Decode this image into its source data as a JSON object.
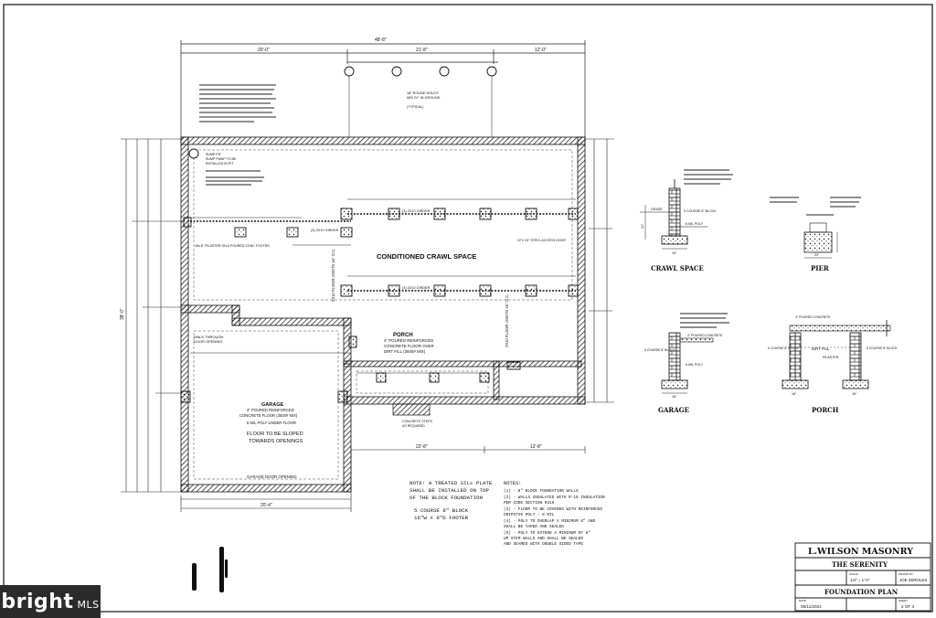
{
  "plan": {
    "room_main": "CONDITIONED CRAWL SPACE",
    "room_porch": "PORCH",
    "porch_note_1": "4\" POURED REINFORCED",
    "porch_note_2": "CONCRETE FLOOR OVER",
    "porch_note_3": "DIRT FILL (3500# MIX)",
    "room_garage": "GARAGE",
    "garage_note_1": "4\" POURED REINFORCED",
    "garage_note_2": "CONCRETE FLOOR (3500# MIX)",
    "garage_note_3": "6 MIL POLY UNDER FLOOR",
    "slope_1": "FLOOR TO BE SLOPED",
    "slope_2": "TOWARDS OPENINGS",
    "garage_door": "GARAGE DOOR OPENING",
    "walk_through_1": "WALK THROUGH",
    "walk_through_2": "DOOR OPENING",
    "joists_1": "2X10 FLOOR JOISTS 16\" O.C.",
    "joists_2": "2X10 FLOOR JOISTS 16\" O.C.",
    "sump_1": "SUMP PIT",
    "sump_2": "SUMP PUMP TO BE",
    "sump_3": "INSTALLED IN PIT",
    "girder_1": "(3) 2X10 GIRDER",
    "girder_2": "(3) 2X10 GIRDER",
    "girder_3": "(3) 2X10 GIRDER",
    "holes_1": "18\" ROUND HOLES",
    "holes_2": "MIN 24\" IN GROUND",
    "holes_3": "(TYPICAL)",
    "access_door": "22\"x 24\" STEEL ACCESS DOOR",
    "pilaster": "16x 8\" PILASTER ON A POURED CONC FOOTER",
    "steps_1": "CONCRETE STEPS",
    "steps_2": "AS REQUIRED",
    "dim_overall": "48'-8\"",
    "dim_left": "20'-0\"",
    "dim_mid": "21'-8\"",
    "dim_right": "12'-0\"",
    "dim_depth": "38'-0\"",
    "dim_garage_w": "20'-4\"",
    "dim_porch_w": "22'-8\"",
    "dim_right_bottom": "12'-8\""
  },
  "notes_left": {
    "line1": "NOTE: A TREATED SILL PLATE",
    "line2": "SHALL BE INSTALLED ON TOP",
    "line3": "OF THE BLOCK FOUNDATION",
    "line4": "5 COURSE 8\" BLOCK",
    "line5": "16\"W X 8\"D FOOTER"
  },
  "notes_right": {
    "heading": "NOTES:",
    "line1": "(1) - 8\" BLOCK FOUNDATION WALLS",
    "line2": "(2) - WALLS INSULATED WITH R-10 INSULATION",
    "line3": "PER CODE SECTION R316",
    "line4": "(3) - FLOOR TO BE COVERED WITH REINFORCED",
    "line5": "GRIPSTIK POLY - 6 MIL",
    "line6": "(4) - POLY TO OVERLAP A MINIMUM 6\" AND",
    "line7": "SHALL BE TAPED AND SEALED",
    "line8": "(5) - POLY TO EXTEND A MINIMUM OF 6\"",
    "line9": "UP STEM WALLS AND SHALL BE SEALED",
    "line10": "AND SEAMED WITH DOUBLE SIDED TAPE"
  },
  "details": {
    "crawl": "CRAWL SPACE",
    "pier": "PIER",
    "garage": "GARAGE",
    "porch": "PORCH",
    "course_block": "5 COURSE 8\" BLOCK",
    "poly": "6 MIL POLY",
    "grade": "GRADE",
    "dirt_fill": "DIRT FILL",
    "pilaster": "PILASTER",
    "concrete": "4\" POURED CONCRETE",
    "dim_16": "16\"",
    "dim_8": "8\"",
    "dim_24": "24\""
  },
  "title_block": {
    "company": "L.WILSON MASONRY",
    "project": "THE SERENITY",
    "scale": "1/4\" = 1'-0\"",
    "drawn_by": "JOE ZEROLES",
    "sheet_title": "FOUNDATION PLAN",
    "date": "06/11/2024",
    "sheet_no": "2 OF 3",
    "date_label": "DATE",
    "sheet_label": "SHEET",
    "scale_label": "SCALE",
    "drawn_label": "DRAWN BY"
  },
  "watermark": {
    "brand": "bright",
    "sub": "MLS"
  }
}
